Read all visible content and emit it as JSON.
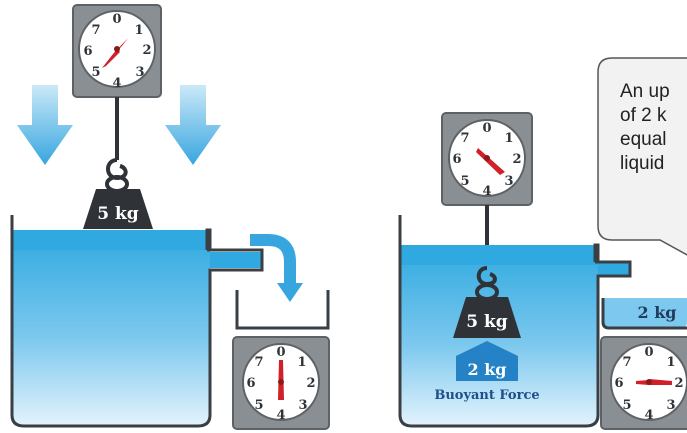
{
  "colors": {
    "water_top": "#2fa9e0",
    "water_bottom": "#dff2fc",
    "tank_outline": "#3a3f44",
    "scale_body": "#8a8f93",
    "scale_dark": "#5d6266",
    "weight": "#2f3337",
    "needle": "#d0202a",
    "arrow": "#37a6df",
    "buoyant_arrow": "#2582c6"
  },
  "left_setup": {
    "weight_label": "5 kg",
    "top_scale_numbers": [
      "0",
      "1",
      "2",
      "3",
      "4",
      "5",
      "6",
      "7"
    ],
    "bottom_scale_numbers": [
      "0",
      "1",
      "2",
      "3",
      "4",
      "5",
      "6",
      "7"
    ]
  },
  "right_setup": {
    "weight_label": "5 kg",
    "buoyant_value": "2 kg",
    "buoyant_label": "Buoyant Force",
    "displaced_label": "2 kg",
    "top_scale_numbers": [
      "0",
      "1",
      "2",
      "3",
      "4",
      "5",
      "6",
      "7"
    ],
    "bottom_scale_numbers": [
      "0",
      "1",
      "2",
      "3",
      "4",
      "5",
      "6",
      "7"
    ]
  },
  "callout": {
    "lines": [
      "An up",
      "of 2 k",
      "equal",
      "liquid"
    ]
  }
}
